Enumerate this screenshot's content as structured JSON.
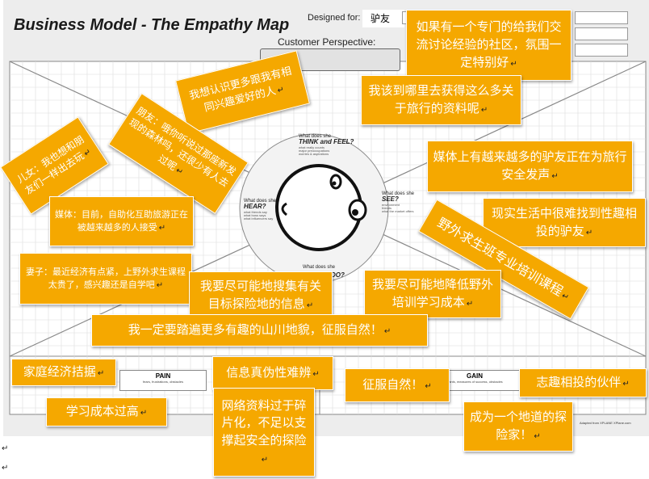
{
  "header": {
    "title": "Business Model - The Empathy Map",
    "designed_for_label": "Designed for:",
    "designed_for_value": "驴友",
    "customer_perspective_label": "Customer Perspective:"
  },
  "map_sections": {
    "think_question": "What does she",
    "think_heading": "THINK and FEEL?",
    "think_sub": "what really counts\nmajor preoccupations\nworries & aspirations",
    "hear_question": "What does she",
    "hear_heading": "HEAR?",
    "hear_sub": "what friends say\nwhat boss says\nwhat influencers say",
    "see_question": "What does she",
    "see_heading": "SEE?",
    "see_sub": "environment\nfriends\nwhat the market offers",
    "say_question": "What does she",
    "say_heading": "DO?",
    "pain_heading": "PAIN",
    "pain_sub": "fears, frustrations, obstacles",
    "gain_heading": "GAIN",
    "gain_sub": "wants, measures of success, obstacles",
    "adapted_note": "Adapted from XPLANE XPlane.com"
  },
  "notes": {
    "n01": "如果有一个专门的给我们交流讨论经验的社区，氛围一定特别好",
    "n02": "我想认识更多跟我有相同兴趣爱好的人",
    "n03": "我该到哪里去获得这么多关于旅行的资料呢",
    "n04": "朋友：哦你听说过那座新发现的森林吗，还很少有人去过呢",
    "n05": "儿女：我也想和朋友们一样出去玩",
    "n06": "媒体上有越来越多的驴友正在为旅行安全发声",
    "n07": "媒体：目前，自助化互助旅游正在被越来越多的人接受",
    "n08": "现实生活中很难找到性趣相投的驴友",
    "n09": "野外求生班专业培训课程",
    "n10": "妻子：最近经济有点紧，上野外求生课程太贵了，感兴趣还是自学吧",
    "n11": "我要尽可能地搜集有关目标探险地的信息",
    "n12": "我要尽可能地降低野外培训学习成本",
    "n13": "我一定要踏遍更多有趣的山川地貌，征服自然！",
    "n14": "家庭经济拮据",
    "n15": "信息真伪性难辨",
    "n16": "征服自然！",
    "n17": "志趣相投的伙伴",
    "n18": "学习成本过高",
    "n19": "网络资料过于碎片化，不足以支撑起安全的探险",
    "n20": "成为一个地道的探险家！"
  },
  "return_mark": "↵",
  "colors": {
    "sticky": "#f5a800",
    "board": "#ededed",
    "spellcheck": "#d03030"
  }
}
